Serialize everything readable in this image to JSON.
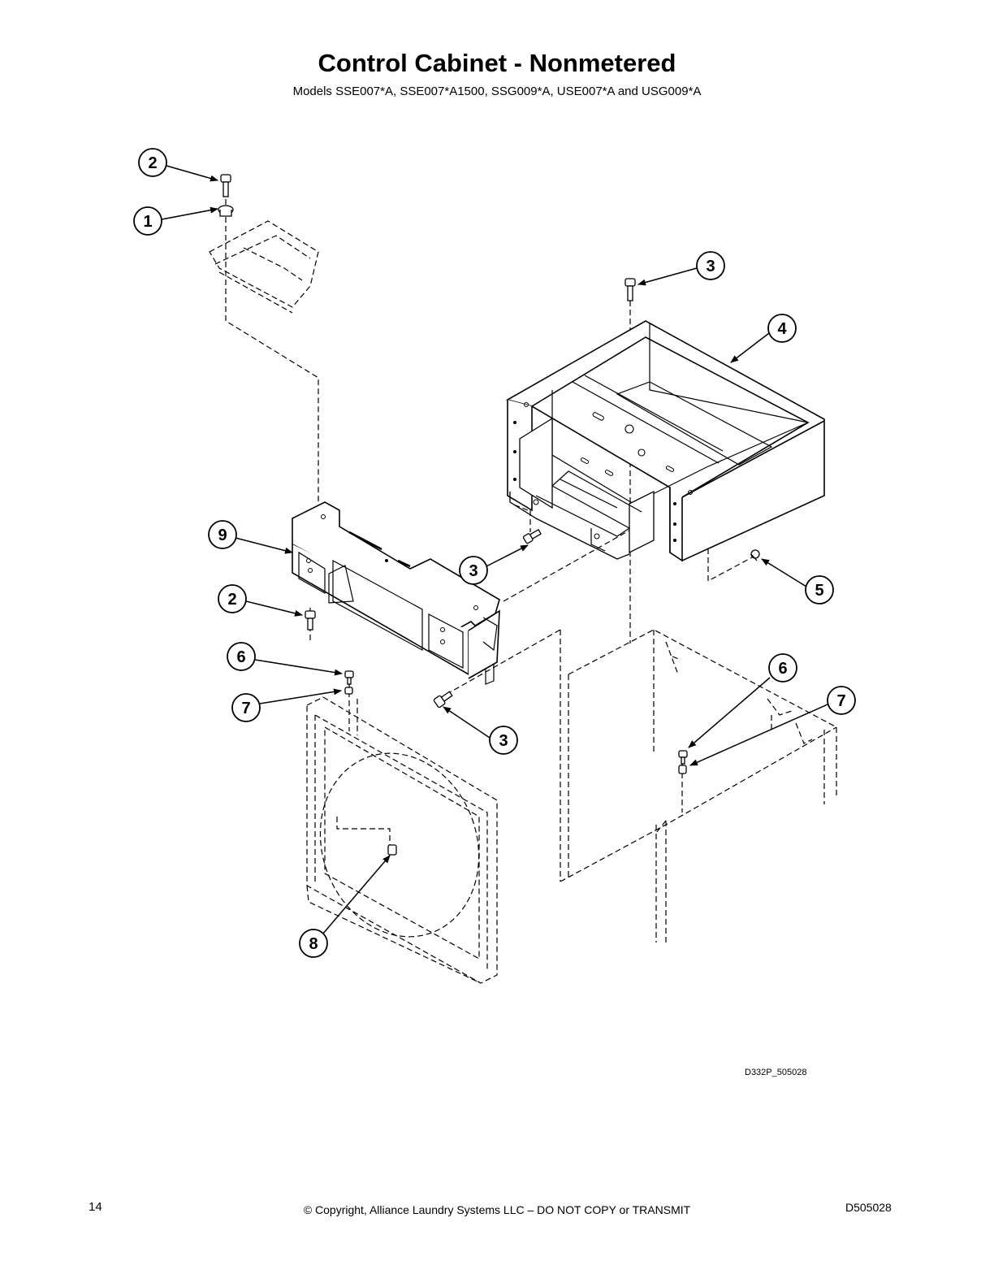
{
  "header": {
    "title": "Control Cabinet - Nonmetered",
    "subtitle": "Models SSE007*A, SSE007*A1500, SSG009*A, USE007*A and USG009*A"
  },
  "diagram": {
    "callouts": [
      {
        "id": "callout-2-top",
        "label": "2"
      },
      {
        "id": "callout-1",
        "label": "1"
      },
      {
        "id": "callout-3-top",
        "label": "3"
      },
      {
        "id": "callout-4",
        "label": "4"
      },
      {
        "id": "callout-9",
        "label": "9"
      },
      {
        "id": "callout-3-mid",
        "label": "3"
      },
      {
        "id": "callout-5",
        "label": "5"
      },
      {
        "id": "callout-2-mid",
        "label": "2"
      },
      {
        "id": "callout-6-left",
        "label": "6"
      },
      {
        "id": "callout-6-right",
        "label": "6"
      },
      {
        "id": "callout-7-left",
        "label": "7"
      },
      {
        "id": "callout-7-right",
        "label": "7"
      },
      {
        "id": "callout-3-bottom",
        "label": "3"
      },
      {
        "id": "callout-8",
        "label": "8"
      }
    ],
    "drawing_id": "D332P_505028"
  },
  "footer": {
    "page_number": "14",
    "copyright": "© Copyright, Alliance Laundry Systems LLC – DO NOT COPY or TRANSMIT",
    "doc_number": "D505028"
  }
}
